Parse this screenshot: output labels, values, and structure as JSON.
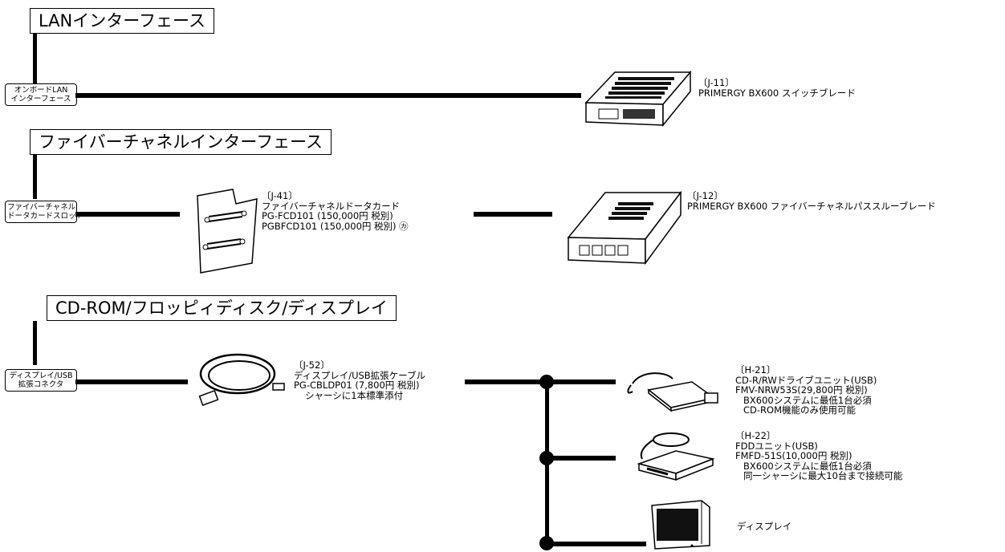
{
  "sections": {
    "lan": "LANインターフェース",
    "fc": "ファイバーチャネルインターフェース",
    "cd": "CD-ROM/フロッピィディスク/ディスプレイ"
  },
  "ports": {
    "lan": [
      "オンボードLAN",
      "インターフェース"
    ],
    "fc": [
      "ファイバーチャネル",
      "ドータカードスロット"
    ],
    "usb": [
      "ディスプレイ/USB",
      "拡張コネクタ"
    ]
  },
  "items": {
    "j11": [
      "〔J-11〕",
      "PRIMERGY BX600 スイッチブレード"
    ],
    "j41": [
      "〔J-41〕",
      "ファイバーチャネルドータカード",
      "PG-FCD101 (150,000円 税別)",
      "PGBFCD101 (150,000円 税別) ㋕"
    ],
    "j12": [
      "〔J-12〕",
      "PRIMERGY BX600 ファイバーチャネルパススルーブレード"
    ],
    "j52": [
      "〔J-52〕",
      "ディスプレイ/USB拡張ケーブル",
      "PG-CBLDP01 (7,800円 税別)",
      "シャーシに1本標準添付"
    ],
    "h21": [
      "〔H-21〕",
      "CD-R/RWドライブユニット(USB)",
      "FMV-NRW53S(29,800円 税別)",
      "BX600システムに最低1台必須",
      "CD-ROM機能のみ使用可能"
    ],
    "h22": [
      "〔H-22〕",
      "FDDユニット(USB)",
      "FMFD-51S(10,000円 税別)",
      "BX600システムに最低1台必須",
      "同一シャーシに最大10台まで接続可能"
    ],
    "display": "ディスプレイ"
  }
}
